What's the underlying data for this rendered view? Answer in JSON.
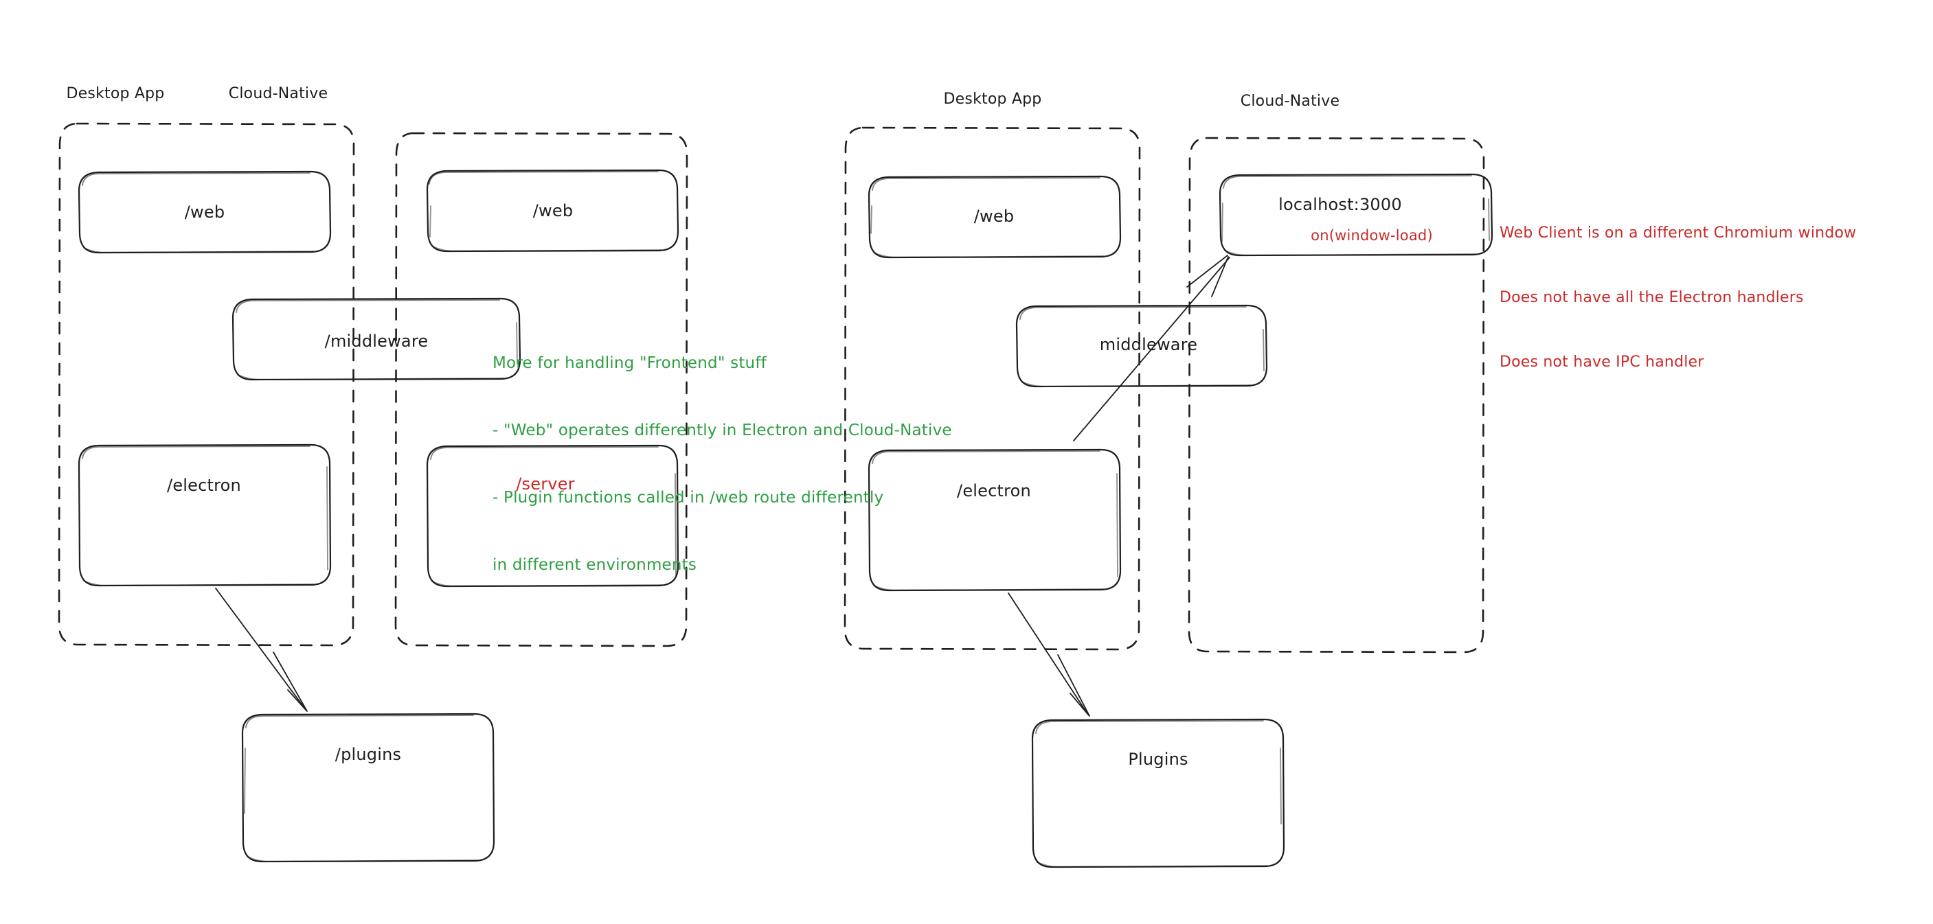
{
  "diagram": {
    "title": "Desktop App vs Cloud-Native architecture comparison",
    "colors": {
      "stroke": "#1e1e1e",
      "green_note": "#2f9e44",
      "red_note": "#c92a2a",
      "background": "#ffffff"
    }
  },
  "left_panel": {
    "groups": [
      {
        "id": "left-desktop-app",
        "title": "Desktop App"
      },
      {
        "id": "left-cloud-native",
        "title": "Cloud-Native"
      }
    ],
    "boxes": [
      {
        "id": "left-desktop-web",
        "label": "/web"
      },
      {
        "id": "left-cloud-web",
        "label": "/web"
      },
      {
        "id": "left-middleware",
        "label": "/middleware"
      },
      {
        "id": "left-electron",
        "label": "/electron"
      },
      {
        "id": "left-server",
        "label": "/server"
      },
      {
        "id": "left-plugins",
        "label": "/plugins"
      }
    ]
  },
  "right_panel": {
    "groups": [
      {
        "id": "right-desktop-app",
        "title": "Desktop App"
      },
      {
        "id": "right-cloud-native",
        "title": "Cloud-Native"
      }
    ],
    "boxes": [
      {
        "id": "right-desktop-web",
        "label": "/web"
      },
      {
        "id": "right-localhost",
        "label": "localhost:3000",
        "sublabel": "on(window-load)"
      },
      {
        "id": "right-middleware",
        "label": "middleware"
      },
      {
        "id": "right-electron",
        "label": "/electron"
      },
      {
        "id": "right-plugins",
        "label": "Plugins"
      }
    ]
  },
  "annotations": {
    "green_note": {
      "lines": [
        "More for handling \"Frontend\" stuff",
        "- \"Web\" operates differently in Electron and Cloud-Native",
        "- Plugin functions called in /web route differently",
        "in different environments"
      ]
    },
    "red_note": {
      "lines": [
        "Web Client is on a different Chromium window",
        "Does not have all the Electron handlers",
        "Does not have IPC handler"
      ]
    }
  }
}
